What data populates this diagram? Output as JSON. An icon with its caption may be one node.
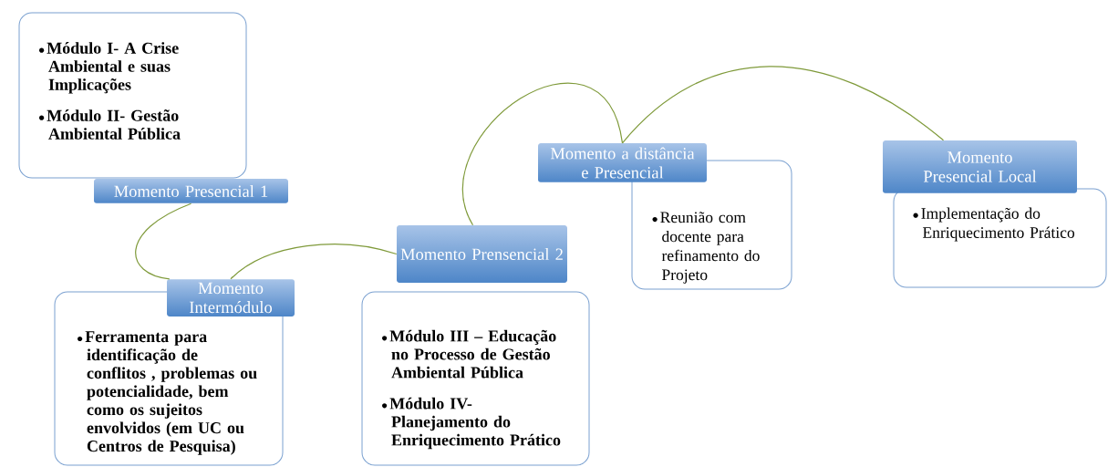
{
  "diagram": {
    "nodes": [
      {
        "text": [
          "Módulo I- A Crise Ambiental e suas Implicações",
          "Módulo II- Gestão Ambiental Pública"
        ]
      },
      {
        "text": [
          "Momento Presencial 1"
        ]
      },
      {
        "text": [
          "Momento Intermódulo"
        ]
      },
      {
        "text": [
          "Ferramenta para identificação de conflitos , problemas ou potencialidade, bem como os sujeitos envolvidos (em UC ou Centros de Pesquisa)"
        ]
      },
      {
        "text": [
          "Momento Prensencial 2"
        ]
      },
      {
        "text": [
          "Módulo III – Educação no Processo de Gestão Ambiental Pública",
          "Módulo IV- Planejamento do Enriquecimento Prático"
        ]
      },
      {
        "text": [
          "Momento a distância e Presencial"
        ]
      },
      {
        "text": [
          "Reunião com docente para refinamento do Projeto"
        ]
      },
      {
        "text": [
          "Momento Presencial Local"
        ]
      },
      {
        "text": [
          "Implementação do Enriquecimento Prático"
        ]
      }
    ],
    "edges": [
      {
        "from": 1,
        "to": 2,
        "arrow": "none"
      },
      {
        "from": 2,
        "to": 4,
        "arrow": "none"
      },
      {
        "from": 4,
        "to": 6,
        "arrow": "none"
      },
      {
        "from": 6,
        "to": 8,
        "arrow": "none"
      }
    ]
  }
}
